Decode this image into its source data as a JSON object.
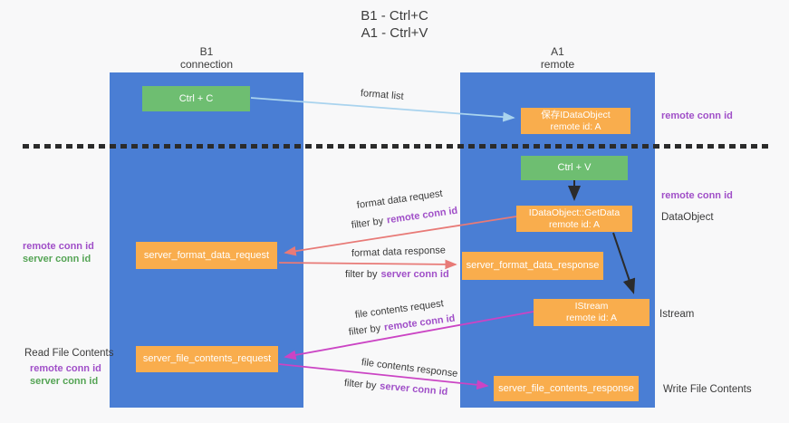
{
  "title": {
    "line1": "B1 - Ctrl+C",
    "line2": "A1 - Ctrl+V"
  },
  "columns": {
    "left": {
      "name": "B1",
      "role": "connection"
    },
    "right": {
      "name": "A1",
      "role": "remote"
    }
  },
  "boxes": {
    "ctrl_c": "Ctrl + C",
    "ctrl_v": "Ctrl + V",
    "save_idataobject": {
      "line1": "保存IDataObject",
      "line2": "remote id: A"
    },
    "getdata": {
      "line1": "IDataObject::GetData",
      "line2": "remote id: A"
    },
    "istream": {
      "line1": "IStream",
      "line2": "remote id: A"
    },
    "server_format_data_request": "server_format_data_request",
    "server_format_data_response": "server_format_data_response",
    "server_file_contents_request": "server_file_contents_request",
    "server_file_contents_response": "server_file_contents_response"
  },
  "arrow_labels": {
    "format_list": "format list",
    "format_data_request": "format data request",
    "format_data_response": "format data response",
    "file_contents_request": "file contents request",
    "file_contents_response": "file contents response",
    "filter_by": "filter by"
  },
  "side_labels": {
    "remote_conn_id": "remote conn id",
    "server_conn_id": "server conn id",
    "dataobject": "DataObject",
    "istream": "Istream",
    "read_file_contents": "Read File Contents",
    "write_file_contents": "Write File Contents"
  },
  "colors": {
    "column_blue": "#4a7ed4",
    "box_orange": "#f9ad4d",
    "box_green": "#6ebe71",
    "arrow_light_blue": "#a9d3ee",
    "arrow_black": "#2b2b2b",
    "arrow_red": "#e87a77",
    "arrow_magenta": "#cb44c4",
    "text_purple": "#a04fc8",
    "text_green": "#55a455"
  }
}
